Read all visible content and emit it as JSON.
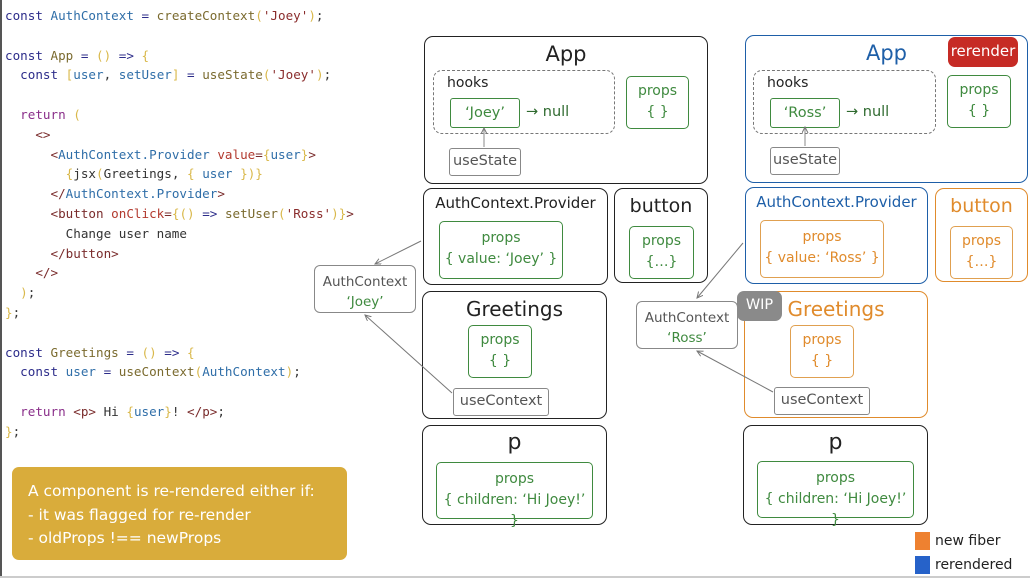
{
  "code": {
    "lines": [
      [
        [
          "kw",
          "const "
        ],
        [
          "id",
          "AuthContext"
        ],
        [
          "op",
          " = "
        ],
        [
          "fn",
          "createContext"
        ],
        [
          "br",
          "("
        ],
        [
          "str",
          "'Joey'"
        ],
        [
          "br",
          ")"
        ],
        [
          "txt",
          ";"
        ]
      ],
      [],
      [
        [
          "kw",
          "const "
        ],
        [
          "fn",
          "App"
        ],
        [
          "op",
          " = "
        ],
        [
          "br",
          "()"
        ],
        [
          "op",
          " => "
        ],
        [
          "br",
          "{"
        ]
      ],
      [
        [
          "txt",
          "  "
        ],
        [
          "kw",
          "const "
        ],
        [
          "br",
          "["
        ],
        [
          "id",
          "user"
        ],
        [
          "txt",
          ", "
        ],
        [
          "id",
          "setUser"
        ],
        [
          "br",
          "]"
        ],
        [
          "op",
          " = "
        ],
        [
          "fn",
          "useState"
        ],
        [
          "br",
          "("
        ],
        [
          "str",
          "'Joey'"
        ],
        [
          "br",
          ")"
        ],
        [
          "txt",
          ";"
        ]
      ],
      [],
      [
        [
          "txt",
          "  "
        ],
        [
          "ret",
          "return "
        ],
        [
          "br",
          "("
        ]
      ],
      [
        [
          "txt",
          "    "
        ],
        [
          "tag",
          "<>"
        ]
      ],
      [
        [
          "txt",
          "      "
        ],
        [
          "tag",
          "<"
        ],
        [
          "tagname",
          "AuthContext.Provider"
        ],
        [
          "attr",
          " value"
        ],
        [
          "tag",
          "="
        ],
        [
          "br",
          "{"
        ],
        [
          "id",
          "user"
        ],
        [
          "br",
          "}"
        ],
        [
          "tag",
          ">"
        ]
      ],
      [
        [
          "txt",
          "        "
        ],
        [
          "br",
          "{"
        ],
        [
          "txt",
          "jsx"
        ],
        [
          "br",
          "("
        ],
        [
          "txt",
          "Greetings, "
        ],
        [
          "br",
          "{ "
        ],
        [
          "id",
          "user"
        ],
        [
          "br",
          " })"
        ],
        [
          "br",
          "}"
        ]
      ],
      [
        [
          "txt",
          "      "
        ],
        [
          "tag",
          "</"
        ],
        [
          "tagname",
          "AuthContext.Provider"
        ],
        [
          "tag",
          ">"
        ]
      ],
      [
        [
          "txt",
          "      "
        ],
        [
          "tag",
          "<button"
        ],
        [
          "attr",
          " onClick"
        ],
        [
          "tag",
          "="
        ],
        [
          "br",
          "{"
        ],
        [
          "br",
          "() "
        ],
        [
          "op",
          "=> "
        ],
        [
          "fn",
          "setUser"
        ],
        [
          "br",
          "("
        ],
        [
          "str",
          "'Ross'"
        ],
        [
          "br",
          ")}"
        ],
        [
          "tag",
          ">"
        ]
      ],
      [
        [
          "txt",
          "        Change user name"
        ]
      ],
      [
        [
          "txt",
          "      "
        ],
        [
          "tag",
          "</button>"
        ]
      ],
      [
        [
          "txt",
          "    "
        ],
        [
          "tag",
          "</>"
        ]
      ],
      [
        [
          "txt",
          "  "
        ],
        [
          "br",
          ")"
        ],
        [
          "txt",
          ";"
        ]
      ],
      [
        [
          "br",
          "}"
        ],
        [
          "txt",
          ";"
        ]
      ],
      [],
      [
        [
          "kw",
          "const "
        ],
        [
          "fn",
          "Greetings"
        ],
        [
          "op",
          " = "
        ],
        [
          "br",
          "()"
        ],
        [
          "op",
          " => "
        ],
        [
          "br",
          "{"
        ]
      ],
      [
        [
          "txt",
          "  "
        ],
        [
          "kw",
          "const "
        ],
        [
          "id",
          "user"
        ],
        [
          "op",
          " = "
        ],
        [
          "fn",
          "useContext"
        ],
        [
          "br",
          "("
        ],
        [
          "id",
          "AuthContext"
        ],
        [
          "br",
          ")"
        ],
        [
          "txt",
          ";"
        ]
      ],
      [],
      [
        [
          "txt",
          "  "
        ],
        [
          "ret",
          "return "
        ],
        [
          "tag",
          "<p>"
        ],
        [
          "txt",
          " Hi "
        ],
        [
          "br",
          "{"
        ],
        [
          "id",
          "user"
        ],
        [
          "br",
          "}"
        ],
        [
          "txt",
          "! "
        ],
        [
          "tag",
          "</p>"
        ],
        [
          "txt",
          ";"
        ]
      ],
      [
        [
          "br",
          "}"
        ],
        [
          "txt",
          ";"
        ]
      ]
    ],
    "highlighted_line": 8
  },
  "note": {
    "lines": [
      "A component is re-rendered either if:",
      "- it was flagged for re-render",
      "- oldProps !== newProps"
    ]
  },
  "old_tree": {
    "app": {
      "title": "App",
      "hooks_label": "hooks",
      "hook_value": "‘Joey’",
      "hook_next": "→ null",
      "hook_source": "useState",
      "props_label": "props",
      "props_value": "{ }"
    },
    "provider": {
      "title": "AuthContext.Provider",
      "props_label": "props",
      "props_value": "{ value: ‘Joey’ }"
    },
    "button": {
      "title": "button",
      "props_label": "props",
      "props_value": "{…}"
    },
    "context": {
      "name": "AuthContext",
      "value": "‘Joey’"
    },
    "greetings": {
      "title": "Greetings",
      "props_label": "props",
      "props_value": "{ }",
      "hook_source": "useContext"
    },
    "p": {
      "title": "p",
      "props_label": "props",
      "props_value": "{ children: ‘Hi Joey!’ }"
    }
  },
  "new_tree": {
    "badge": "rerender",
    "app": {
      "title": "App",
      "hooks_label": "hooks",
      "hook_value": "‘Ross’",
      "hook_next": "→ null",
      "hook_source": "useState",
      "props_label": "props",
      "props_value": "{ }"
    },
    "provider": {
      "title": "AuthContext.Provider",
      "props_label": "props",
      "props_value": "{ value: ‘Ross’ }"
    },
    "button": {
      "title": "button",
      "props_label": "props",
      "props_value": "{…}"
    },
    "context": {
      "name": "AuthContext",
      "value": "‘Ross’"
    },
    "wip_badge": "WIP",
    "greetings": {
      "title": "Greetings",
      "props_label": "props",
      "props_value": "{ }",
      "hook_source": "useContext"
    },
    "p": {
      "title": "p",
      "props_label": "props",
      "props_value": "{ children: ‘Hi Joey!’ }"
    }
  },
  "legend": [
    {
      "label": "new fiber",
      "color": "#ee8130"
    },
    {
      "label": "rerendered",
      "color": "#2662c9"
    }
  ],
  "colors": {
    "new_fiber": "#e08b2c",
    "rerendered": "#1e5fa8",
    "props_green": "#3f8a3f",
    "rerender_badge": "#c62b25",
    "wip_badge": "#8a8a8a",
    "note_bg": "#d9ac3b"
  }
}
